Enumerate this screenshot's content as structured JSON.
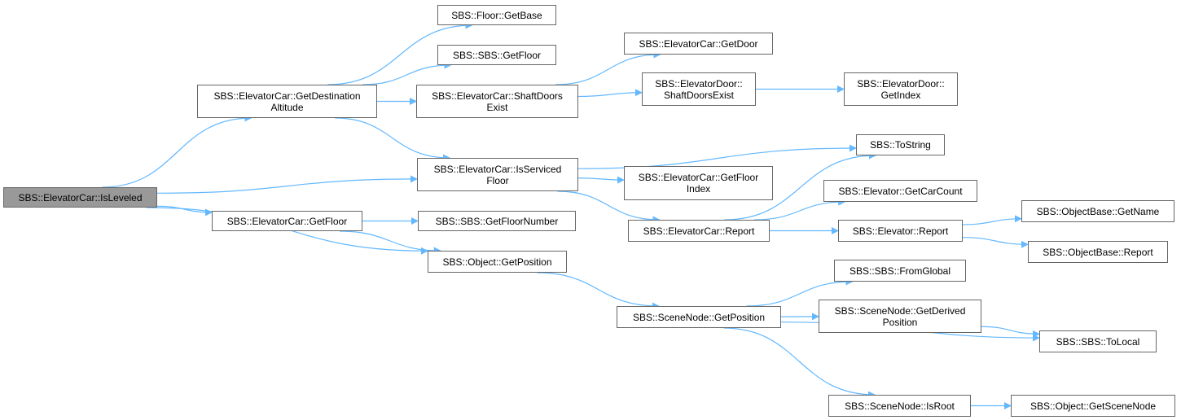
{
  "graph": {
    "root": {
      "lines": [
        "SBS::ElevatorCar::IsLeveled"
      ]
    },
    "nodes": {
      "n_floor_getbase": {
        "lines": [
          "SBS::Floor::GetBase"
        ]
      },
      "n_sbs_getfloor": {
        "lines": [
          "SBS::SBS::GetFloor"
        ]
      },
      "n_ec_getdestalt": {
        "lines": [
          "SBS::ElevatorCar::GetDestination",
          "Altitude"
        ]
      },
      "n_ec_shaftdoorsexist": {
        "lines": [
          "SBS::ElevatorCar::ShaftDoors",
          "Exist"
        ]
      },
      "n_ec_getdoor": {
        "lines": [
          "SBS::ElevatorCar::GetDoor"
        ]
      },
      "n_ed_shaftdoorsexist": {
        "lines": [
          "SBS::ElevatorDoor::",
          "ShaftDoorsExist"
        ]
      },
      "n_ed_getindex": {
        "lines": [
          "SBS::ElevatorDoor::",
          "GetIndex"
        ]
      },
      "n_tostring": {
        "lines": [
          "SBS::ToString"
        ]
      },
      "n_ec_isservicedfloor": {
        "lines": [
          "SBS::ElevatorCar::IsServiced",
          "Floor"
        ]
      },
      "n_ec_getfloorindex": {
        "lines": [
          "SBS::ElevatorCar::GetFloor",
          "Index"
        ]
      },
      "n_el_getcarcount": {
        "lines": [
          "SBS::Elevator::GetCarCount"
        ]
      },
      "n_ec_getfloor": {
        "lines": [
          "SBS::ElevatorCar::GetFloor"
        ]
      },
      "n_sbs_getfloornumber": {
        "lines": [
          "SBS::SBS::GetFloorNumber"
        ]
      },
      "n_ec_report": {
        "lines": [
          "SBS::ElevatorCar::Report"
        ]
      },
      "n_el_report": {
        "lines": [
          "SBS::Elevator::Report"
        ]
      },
      "n_ob_getname": {
        "lines": [
          "SBS::ObjectBase::GetName"
        ]
      },
      "n_ob_report": {
        "lines": [
          "SBS::ObjectBase::Report"
        ]
      },
      "n_obj_getposition": {
        "lines": [
          "SBS::Object::GetPosition"
        ]
      },
      "n_sbs_fromglobal": {
        "lines": [
          "SBS::SBS::FromGlobal"
        ]
      },
      "n_sn_getposition": {
        "lines": [
          "SBS::SceneNode::GetPosition"
        ]
      },
      "n_sn_getderivedposition": {
        "lines": [
          "SBS::SceneNode::GetDerived",
          "Position"
        ]
      },
      "n_sbs_tolocal": {
        "lines": [
          "SBS::SBS::ToLocal"
        ]
      },
      "n_sn_isroot": {
        "lines": [
          "SBS::SceneNode::IsRoot"
        ]
      },
      "n_obj_getscenenode": {
        "lines": [
          "SBS::Object::GetSceneNode"
        ]
      }
    },
    "edges": [
      [
        "root",
        "n_ec_getdestalt"
      ],
      [
        "root",
        "n_ec_isservicedfloor"
      ],
      [
        "root",
        "n_ec_getfloor"
      ],
      [
        "root",
        "n_obj_getposition"
      ],
      [
        "n_ec_getdestalt",
        "n_floor_getbase"
      ],
      [
        "n_ec_getdestalt",
        "n_sbs_getfloor"
      ],
      [
        "n_ec_getdestalt",
        "n_ec_shaftdoorsexist"
      ],
      [
        "n_ec_getdestalt",
        "n_ec_isservicedfloor"
      ],
      [
        "n_ec_shaftdoorsexist",
        "n_ec_getdoor"
      ],
      [
        "n_ec_shaftdoorsexist",
        "n_ed_shaftdoorsexist"
      ],
      [
        "n_ed_shaftdoorsexist",
        "n_ed_getindex"
      ],
      [
        "n_ec_isservicedfloor",
        "n_tostring"
      ],
      [
        "n_ec_isservicedfloor",
        "n_ec_getfloorindex"
      ],
      [
        "n_ec_isservicedfloor",
        "n_ec_report"
      ],
      [
        "n_ec_report",
        "n_tostring"
      ],
      [
        "n_ec_report",
        "n_el_getcarcount"
      ],
      [
        "n_ec_report",
        "n_el_report"
      ],
      [
        "n_el_report",
        "n_ob_getname"
      ],
      [
        "n_el_report",
        "n_ob_report"
      ],
      [
        "n_ec_getfloor",
        "n_sbs_getfloornumber"
      ],
      [
        "n_ec_getfloor",
        "n_obj_getposition"
      ],
      [
        "n_obj_getposition",
        "n_sn_getposition"
      ],
      [
        "n_sn_getposition",
        "n_sbs_fromglobal"
      ],
      [
        "n_sn_getposition",
        "n_sn_getderivedposition"
      ],
      [
        "n_sn_getposition",
        "n_sbs_tolocal"
      ],
      [
        "n_sn_getposition",
        "n_sn_isroot"
      ],
      [
        "n_sn_getderivedposition",
        "n_sbs_tolocal"
      ],
      [
        "n_sn_isroot",
        "n_obj_getscenenode"
      ]
    ],
    "colors": {
      "edge": "#63b8ff",
      "node_border": "#666666",
      "root_fill": "#999999",
      "node_fill": "#ffffff"
    }
  }
}
